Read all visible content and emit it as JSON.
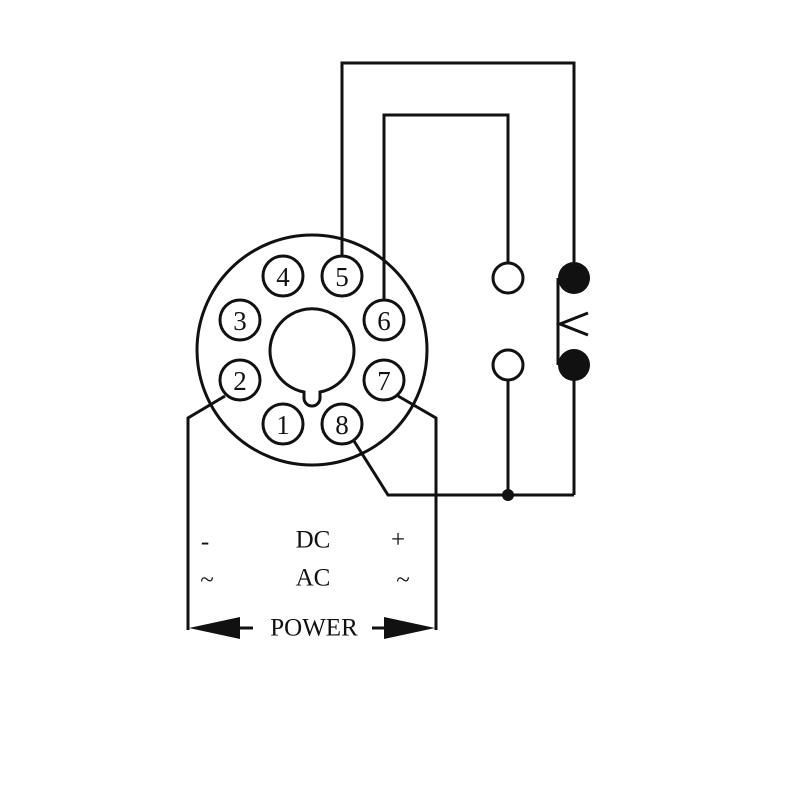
{
  "pins": [
    "1",
    "2",
    "3",
    "4",
    "5",
    "6",
    "7",
    "8"
  ],
  "labels": {
    "dc": "DC",
    "ac": "AC",
    "minus": "-",
    "plus": "+",
    "tilde_left": "~",
    "tilde_right": "~",
    "power": "POWER"
  },
  "colors": {
    "ink": "#111111",
    "background": "#ffffff"
  }
}
